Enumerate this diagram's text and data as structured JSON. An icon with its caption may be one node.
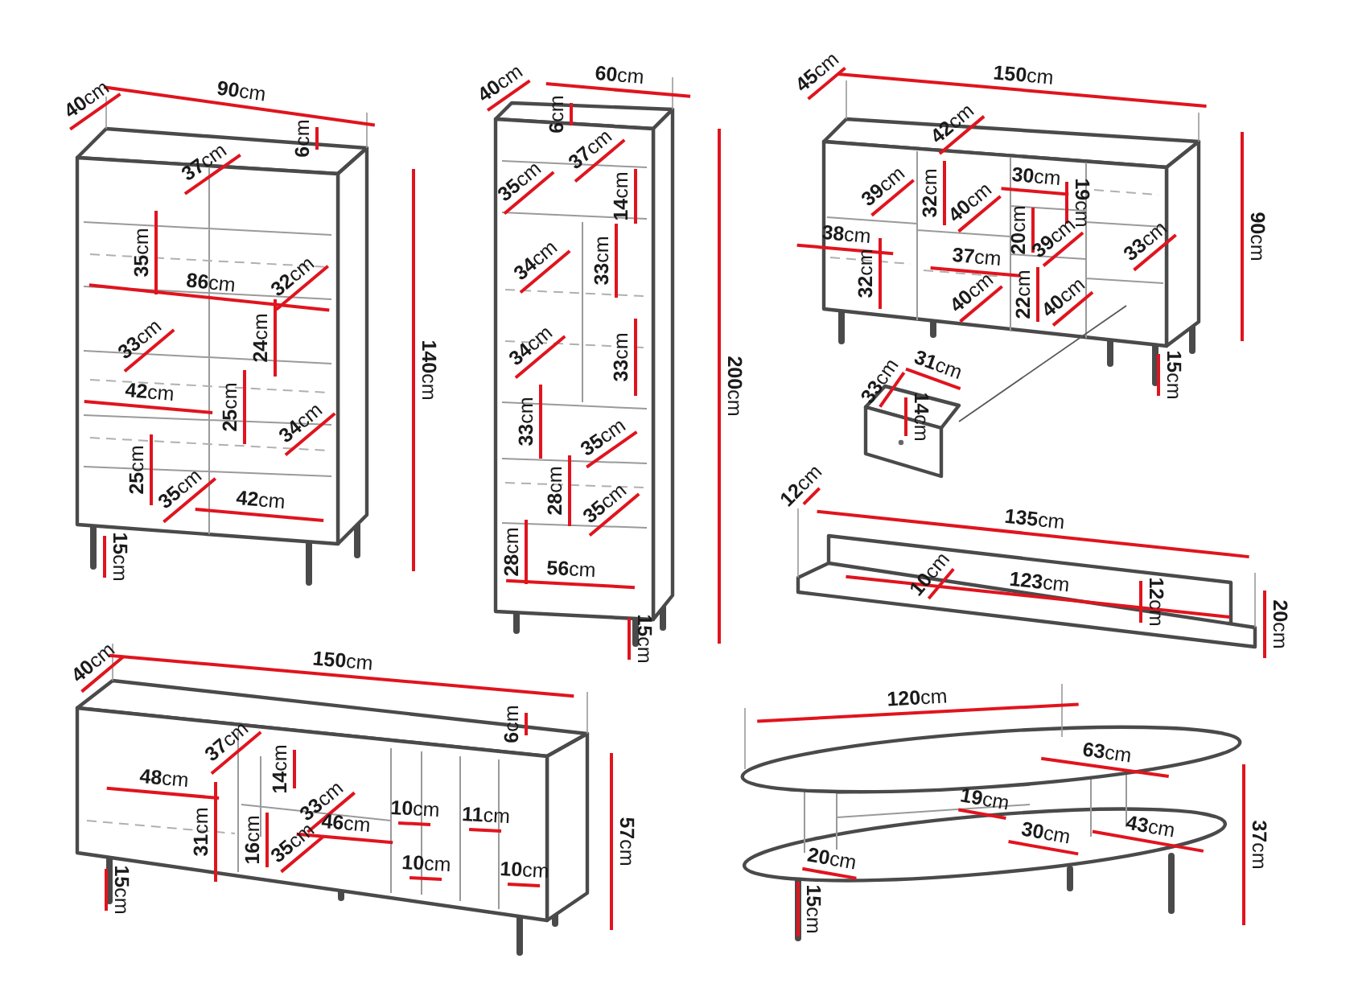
{
  "diagram": {
    "labels": [
      "**40**cm",
      "**90**cm",
      "**6**cm",
      "**37**cm",
      "**35**cm",
      "**86**cm",
      "**32**cm",
      "**33**cm",
      "**24**cm",
      "**42**cm",
      "**25**cm",
      "**34**cm",
      "**25**cm",
      "**35**cm",
      "**42**cm",
      "**140**cm",
      "**15**cm",
      "**40**cm",
      "**60**cm",
      "**6**cm",
      "**37**cm",
      "**35**cm",
      "**14**cm",
      "**34**cm",
      "**33**cm",
      "**34**cm",
      "**33**cm",
      "**33**cm",
      "**35**cm",
      "**28**cm",
      "**35**cm",
      "**28**cm",
      "**56**cm",
      "**200**cm",
      "**15**cm",
      "**45**cm",
      "**150**cm",
      "**42**cm",
      "**39**cm",
      "**32**cm",
      "**40**cm",
      "**30**cm",
      "**19**cm",
      "**38**cm",
      "**20**cm",
      "**39**cm",
      "**37**cm",
      "**33**cm",
      "**32**cm",
      "**40**cm",
      "**22**cm",
      "**40**cm",
      "**90**cm",
      "**33**cm",
      "**31**cm",
      "**15**cm",
      "**14**cm",
      "**12**cm",
      "**135**cm",
      "**10**cm",
      "**123**cm",
      "**12**cm",
      "**20**cm",
      "**40**cm",
      "**150**cm",
      "**37**cm",
      "**6**cm",
      "**14**cm",
      "**48**cm",
      "**33**cm",
      "**10**cm",
      "**11**cm",
      "**31**cm",
      "**16**cm",
      "**46**cm",
      "**35**cm",
      "**10**cm",
      "**10**cm",
      "**57**cm",
      "**15**cm",
      "**120**cm",
      "**63**cm",
      "**19**cm",
      "**30**cm",
      "**43**cm",
      "**20**cm",
      "**37**cm",
      "**15**cm"
    ]
  }
}
